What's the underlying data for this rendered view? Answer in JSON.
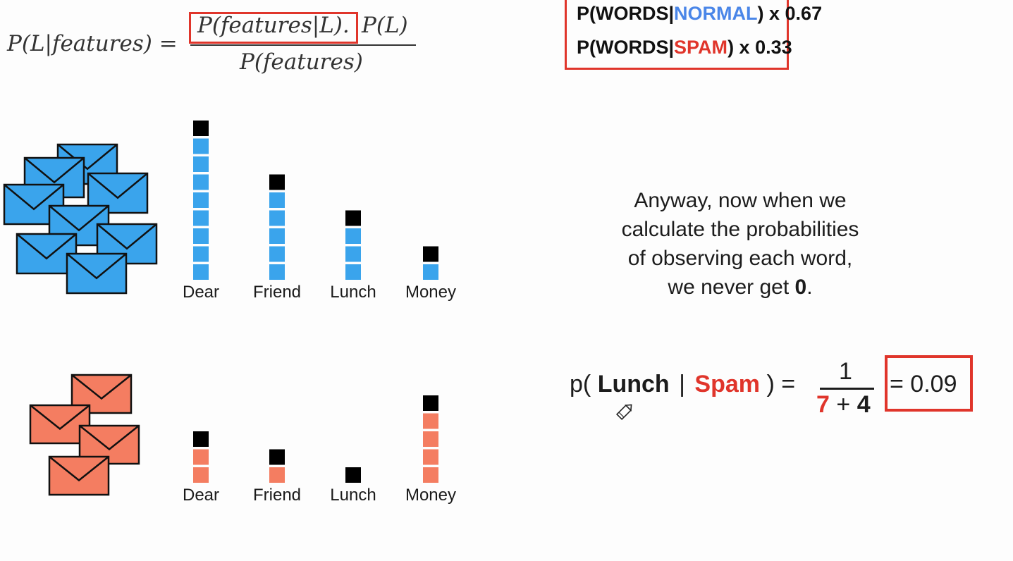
{
  "formula": {
    "lhs": "P(L|features) =",
    "numerator_boxed": "P(features|L).",
    "numerator_rest": "P(L)",
    "denominator": "P(features)"
  },
  "priors": {
    "line1_prefix": "P(WORDS|",
    "line1_class": "NORMAL",
    "line1_suffix": ") x 0.67",
    "line2_prefix": "P(WORDS|",
    "line2_class": "SPAM",
    "line2_suffix": ") x 0.33"
  },
  "narration": {
    "line1": "Anyway, now when we",
    "line2": "calculate the probabilities",
    "line3": "of observing each word,",
    "line4_prefix": "we never get ",
    "line4_bold": "0",
    "line4_suffix": "."
  },
  "equation": {
    "prefix": "p(",
    "word": "Lunch",
    "sep": "|",
    "class": "Spam",
    "close": ") =",
    "numerator": "1",
    "denom_a": "7",
    "denom_plus": "+",
    "denom_b": "4",
    "result": "= 0.09"
  },
  "colors": {
    "normal": "#3aa4ec",
    "spam": "#f47d61",
    "pseudo": "#000000",
    "highlight": "#e0352b"
  },
  "icons": {
    "normal_pile": "envelope-icon",
    "spam_pile": "envelope-icon",
    "cursor": "pencil-cursor-icon"
  },
  "chart_data": [
    {
      "type": "bar",
      "name_hint": "normal messages",
      "categories": [
        "Dear",
        "Friend",
        "Lunch",
        "Money"
      ],
      "series": [
        {
          "values": [
            8,
            5,
            3,
            1
          ]
        },
        {
          "values": [
            1,
            1,
            1,
            1
          ]
        }
      ],
      "stacked": true,
      "grid": false
    },
    {
      "type": "bar",
      "name_hint": "spam messages",
      "categories": [
        "Dear",
        "Friend",
        "Lunch",
        "Money"
      ],
      "series": [
        {
          "values": [
            2,
            1,
            0,
            4
          ]
        },
        {
          "values": [
            1,
            1,
            1,
            1
          ]
        }
      ],
      "stacked": true,
      "grid": false
    }
  ]
}
